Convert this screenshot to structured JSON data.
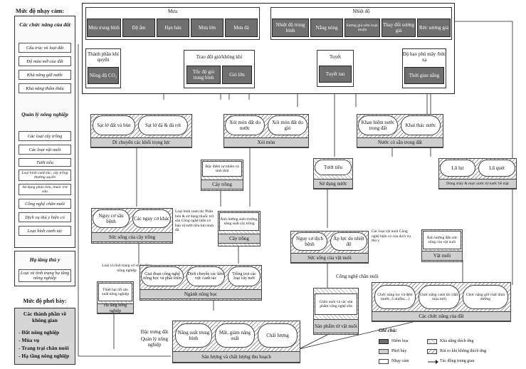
{
  "sensitivity": {
    "title": "Mức độ nhạy cảm:",
    "functions_head": "Các chức năng của đất",
    "functions": [
      "Cấu trúc và loại đất",
      "Độ màu mỡ của đất",
      "Khả năng giữ nước",
      "Khả năng thấm thấu"
    ],
    "mgmt_head": "Quản lý nông nghiệp",
    "mgmt": [
      "Các loại cây trồng",
      "Các loại vật nuôi",
      "Tưới tiêu",
      "Loại hình canh tác, cây trồng thường xuyên",
      "Sử dụng phân bón, thuốc trừ sâu",
      "Công nghệ chăn nuôi",
      "Dịch vụ thú y hiện có",
      "Loại hình canh tác"
    ],
    "infra_head": "Hạ tầng thủ y",
    "infra": [
      "Loại và tình trạng hạ tầng nông nghiệp"
    ]
  },
  "exposure": {
    "title": "Mức độ phơi bày:",
    "head": "Các thành phần về không gian",
    "items": [
      "- Đất nông nghiệp",
      "- Mùa vụ",
      "- Trang trại chăn nuôi",
      "- Hạ tầng nông nghiệp"
    ]
  },
  "rain": {
    "title": "Mưa",
    "items": [
      "Mưa trung bình",
      "Độ ẩm",
      "Hạn hán",
      "Mưa lớn",
      "Mưa đá"
    ]
  },
  "temp": {
    "title": "Nhiệt độ",
    "items": [
      "Nhiệt độ trung bình",
      "Nắng nóng",
      "Sương giá sớm hoặc muộn",
      "Thay đổi sương giá",
      "Rét/ sương giá"
    ]
  },
  "atmo": {
    "label": "Thành phần khí quyển",
    "co2": "Nồng độ CO₂"
  },
  "wind": {
    "title": "Trao đổi gió/không khí",
    "items": [
      "Tốc độ gió trung bình",
      "Gió lớn"
    ]
  },
  "snow": {
    "title": "Tuyết",
    "item": "Tuyết tan"
  },
  "cloud": {
    "title": "Độ bao phủ mây /bức xạ",
    "item": "Thời gian nắng"
  },
  "gravity": {
    "items": [
      "Sạt lở đất và bùn",
      "Sạt lở đá & đá rơi"
    ],
    "label": "Di chuyển các khối trọng lực"
  },
  "erosion": {
    "items": [
      "Xói mòn đất do nước",
      "Xói mòn đất do gió"
    ],
    "label": "Xói mòn"
  },
  "water": {
    "items": [
      "Khan hiếm nước trong đất",
      "Khai thác nước"
    ],
    "label": "Nước có sẵn trong đất"
  },
  "crops": {
    "item": "Đặc điểm tự nhiên và sinh thái",
    "label": "Cây trồng"
  },
  "irrigation": {
    "item": "Tưới tiêu",
    "label": "Sử dụng nước"
  },
  "flood": {
    "items": [
      "Lũ lụt",
      "Lũ quét"
    ],
    "label": "Dòng chảy & mực nước từ nước bề mặt"
  },
  "vitality_crop": {
    "items": [
      "Nguy cơ sâu bệnh",
      "Các nguy cơ khác"
    ],
    "note": "Loại hình canh tác Phân bón & sử dụng thuốc trừ sâu Công nghệ hiện có bảo vệ tưới tiêu khi mưa đá",
    "label": "Sức sống của cây trồng"
  },
  "crop2": {
    "item": "Ảnh hưởng sinh trưởng, năng suất cây trồng",
    "label": "Cây trồng"
  },
  "vitality_livestock": {
    "items": [
      "Nguy cơ dịch bệnh",
      "Áp lực do nhiệt độ"
    ],
    "note": "Các loại vật nuôi Công nghệ hiện có của dịch vụ thú y",
    "label": "Sức sống của vật nuôi"
  },
  "livestock": {
    "item": "Ảnh hưởng đến sức sống của vật nuôi",
    "label": "Vật nuôi"
  },
  "infra_dam": {
    "note": "Loại và tình trạng cơ sở hạ tầng nông nghiệp",
    "item": "Thiệt hại tới sản xuất nông nghiệp",
    "label": "Hạ tầng nông nghiệp"
  },
  "agri": {
    "items": [
      "Giai đoạn công nghệ nông học và phát triển",
      "Dịch chuyển các khu vực canh tác",
      "Trồng trọt các loại cây mới"
    ],
    "label": "Ngành nông học"
  },
  "husbandry": {
    "title": "Công nghệ chăn nuôi",
    "item": "Chăn nuôi và các sản phẩm công nghệ sữa",
    "label": "Sản phẩm từ vật nuôi"
  },
  "soil_func": {
    "items": [
      "Chức năng lọc và đệm (nước, ô nhiễm,...)",
      "Chức năng canh tác (đất, mùa mở)",
      "Chức năng giữ chất dinh dưỡng"
    ],
    "label": "Các chức năng của đất"
  },
  "output_notes": [
    "Đặc trưng đất",
    "Quản lý nông nghiệp"
  ],
  "yield": {
    "items": [
      "Năng suất trung bình",
      "Mất, giảm năng suất",
      "Chất lượng"
    ],
    "label": "Sản lượng và chất lượng thu hoạch"
  },
  "legend": {
    "title": "Ghi chú:",
    "items": [
      "Hiểm họa",
      "Phơi bày",
      "Nhạy cảm",
      "Khả năng thích ứng",
      "Rủi ro khi không thích ứng",
      "Tác động trung gian"
    ]
  }
}
